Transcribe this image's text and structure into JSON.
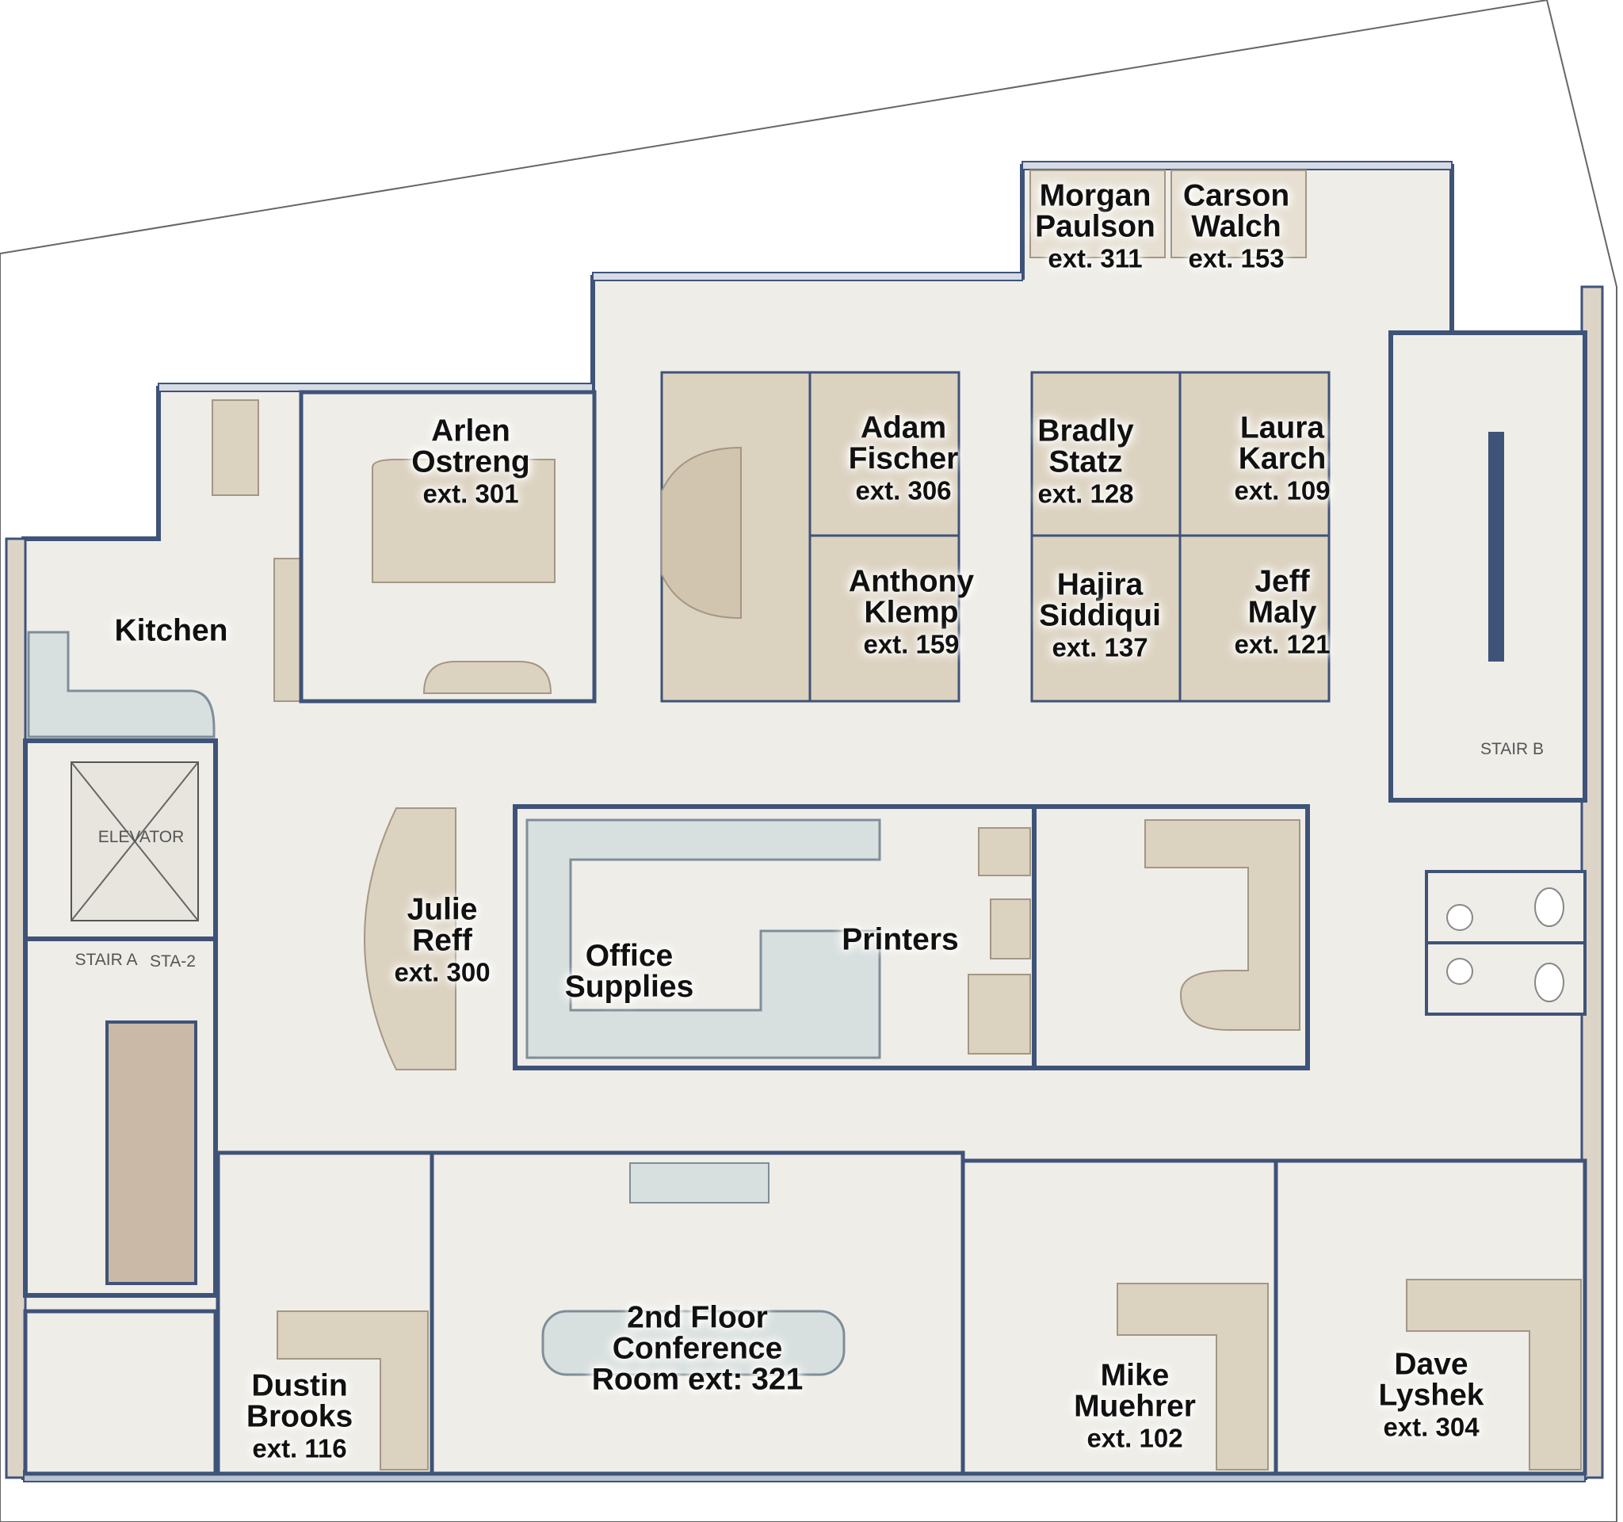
{
  "offices": [
    {
      "key": "morgan",
      "name_l1": "Morgan",
      "name_l2": "Paulson",
      "ext": "ext. 311"
    },
    {
      "key": "carson",
      "name_l1": "Carson",
      "name_l2": "Walch",
      "ext": "ext. 153"
    },
    {
      "key": "arlen",
      "name_l1": "Arlen",
      "name_l2": "Ostreng",
      "ext": "ext. 301"
    },
    {
      "key": "adam",
      "name_l1": "Adam",
      "name_l2": "Fischer",
      "ext": "ext. 306"
    },
    {
      "key": "bradly",
      "name_l1": "Bradly",
      "name_l2": "Statz",
      "ext": "ext. 128"
    },
    {
      "key": "laura",
      "name_l1": "Laura",
      "name_l2": "Karch",
      "ext": "ext. 109"
    },
    {
      "key": "anthony",
      "name_l1": "Anthony",
      "name_l2": "Klemp",
      "ext": "ext. 159"
    },
    {
      "key": "hajira",
      "name_l1": "Hajira",
      "name_l2": "Siddiqui",
      "ext": "ext. 137"
    },
    {
      "key": "jeff",
      "name_l1": "Jeff",
      "name_l2": "Maly",
      "ext": "ext. 121"
    },
    {
      "key": "julie",
      "name_l1": "Julie",
      "name_l2": "Reff",
      "ext": "ext. 300"
    },
    {
      "key": "dustin",
      "name_l1": "Dustin",
      "name_l2": "Brooks",
      "ext": "ext. 116"
    },
    {
      "key": "mike",
      "name_l1": "Mike",
      "name_l2": "Muehrer",
      "ext": "ext. 102"
    },
    {
      "key": "dave",
      "name_l1": "Dave",
      "name_l2": "Lyshek",
      "ext": "ext. 304"
    }
  ],
  "rooms": {
    "kitchen": "Kitchen",
    "office_supplies_l1": "Office",
    "office_supplies_l2": "Supplies",
    "printers": "Printers",
    "conference_l1": "2nd Floor",
    "conference_l2": "Conference",
    "conference_l3": "Room ext: 321"
  },
  "small_labels": {
    "elevator": "ELEVATOR",
    "stair_a": "STAIR A",
    "sta2": "STA-2",
    "stair_b": "STAIR B"
  },
  "colors": {
    "floor": "#efede8",
    "furniture": "#dcd2c0",
    "furniture_edge": "#a39784",
    "counter": "#d8e0df",
    "wall": "#3f5378",
    "wall_light": "#b8c2d2",
    "stair_fill": "#c9b9a6"
  }
}
